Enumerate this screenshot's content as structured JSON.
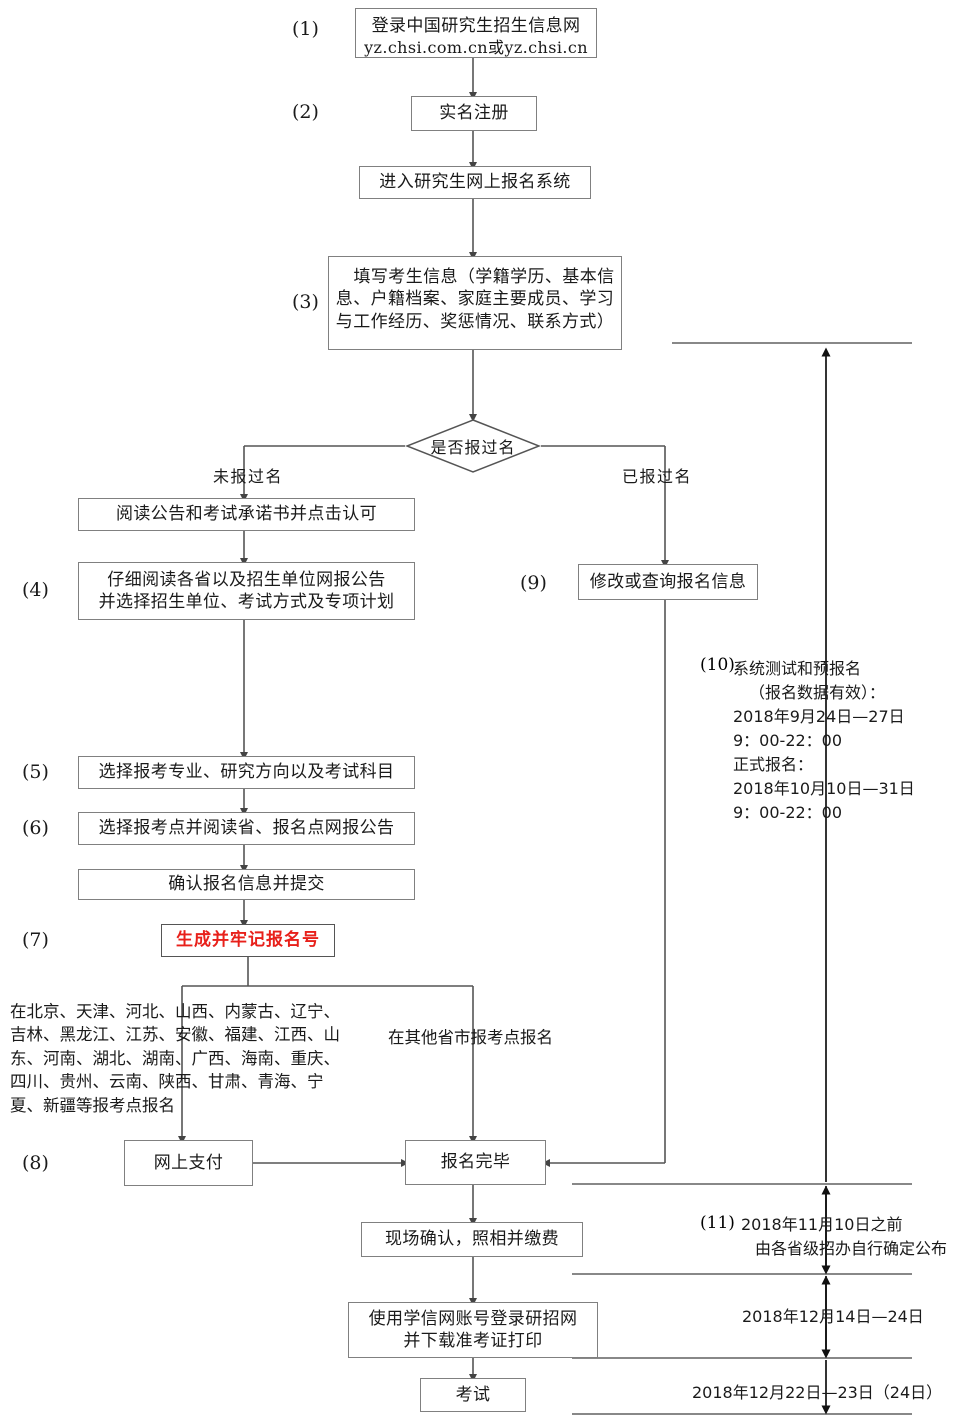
{
  "title": "研究生招生网上报名流程图",
  "nodes": {
    "n1": {
      "step": "(1)",
      "lines": [
        "登录中国研究生招生信息网",
        "yz.chsi.com.cn或yz.chsi.cn"
      ]
    },
    "n2": {
      "step": "(2)",
      "lines": [
        "实名注册"
      ]
    },
    "n3": {
      "step": "",
      "lines": [
        "进入研究生网上报名系统"
      ]
    },
    "n4": {
      "step": "(3)",
      "lines": [
        "填写考生信息（学籍学历、基本信",
        "息、户籍档案、家庭主要成员、学习",
        "与工作经历、奖惩情况、联系方式）"
      ]
    },
    "decision": {
      "label": "是否报过名"
    },
    "branch_left": {
      "label": "未报过名"
    },
    "branch_right": {
      "label": "已报过名"
    },
    "n5": {
      "step": "",
      "lines": [
        "阅读公告和考试承诺书并点击认可"
      ]
    },
    "n6": {
      "step": "(4)",
      "lines": [
        "仔细阅读各省以及招生单位网报公告",
        "并选择招生单位、考试方式及专项计划"
      ]
    },
    "n7": {
      "step": "(5)",
      "lines": [
        "选择报考专业、研究方向以及考试科目"
      ]
    },
    "n8": {
      "step": "(6)",
      "lines": [
        "选择报考点并阅读省、报名点网报公告"
      ]
    },
    "n9": {
      "step": "",
      "lines": [
        "确认报名信息并提交"
      ]
    },
    "n10": {
      "step": "(7)",
      "lines": [
        "生成并牢记报名号"
      ],
      "color": "#e8201a"
    },
    "n11": {
      "step": "(8)",
      "lines": [
        "网上支付"
      ]
    },
    "n12": {
      "step": "",
      "lines": [
        "报名完毕"
      ]
    },
    "n13": {
      "step": "",
      "lines": [
        "现场确认，照相并缴费"
      ]
    },
    "n14": {
      "step": "",
      "lines": [
        "使用学信网账号登录研招网",
        "并下载准考证打印"
      ]
    },
    "n15": {
      "step": "",
      "lines": [
        "考试"
      ]
    },
    "n16": {
      "step": "(9)",
      "lines": [
        "修改或查询报名信息"
      ]
    }
  },
  "province_text": {
    "lines": [
      "在北京、天津、河北、山西、内蒙古、辽宁、",
      "吉林、黑龙江、江苏、安徽、福建、江西、山",
      "东、河南、湖北、湖南、广西、海南、重庆、",
      "四川、贵州、云南、陕西、甘肃、青海、宁",
      "夏、新疆等报考点报名"
    ]
  },
  "other_province_text": {
    "label": "在其他省市报考点报名"
  },
  "note10": {
    "num": "(10)",
    "lines": [
      "系统测试和预报名",
      "（报名数据有效）：",
      "2018年9月24日—27日",
      "9：00-22：00"
    ],
    "lines2": [
      "正式报名：",
      "2018年10月10日—31日",
      "9：00-22：00"
    ]
  },
  "note11": {
    "num": "(11)",
    "lines": [
      "2018年11月10日之前",
      "由各省级招办自行确定公布"
    ]
  },
  "note12": {
    "label": "2018年12月14日—24日"
  },
  "note13": {
    "label": "2018年12月22日—23日（24日）"
  },
  "colors": {
    "box_border": "#808080",
    "line": "#555555",
    "highlight": "#e8201a",
    "text": "#1a1a1a"
  }
}
